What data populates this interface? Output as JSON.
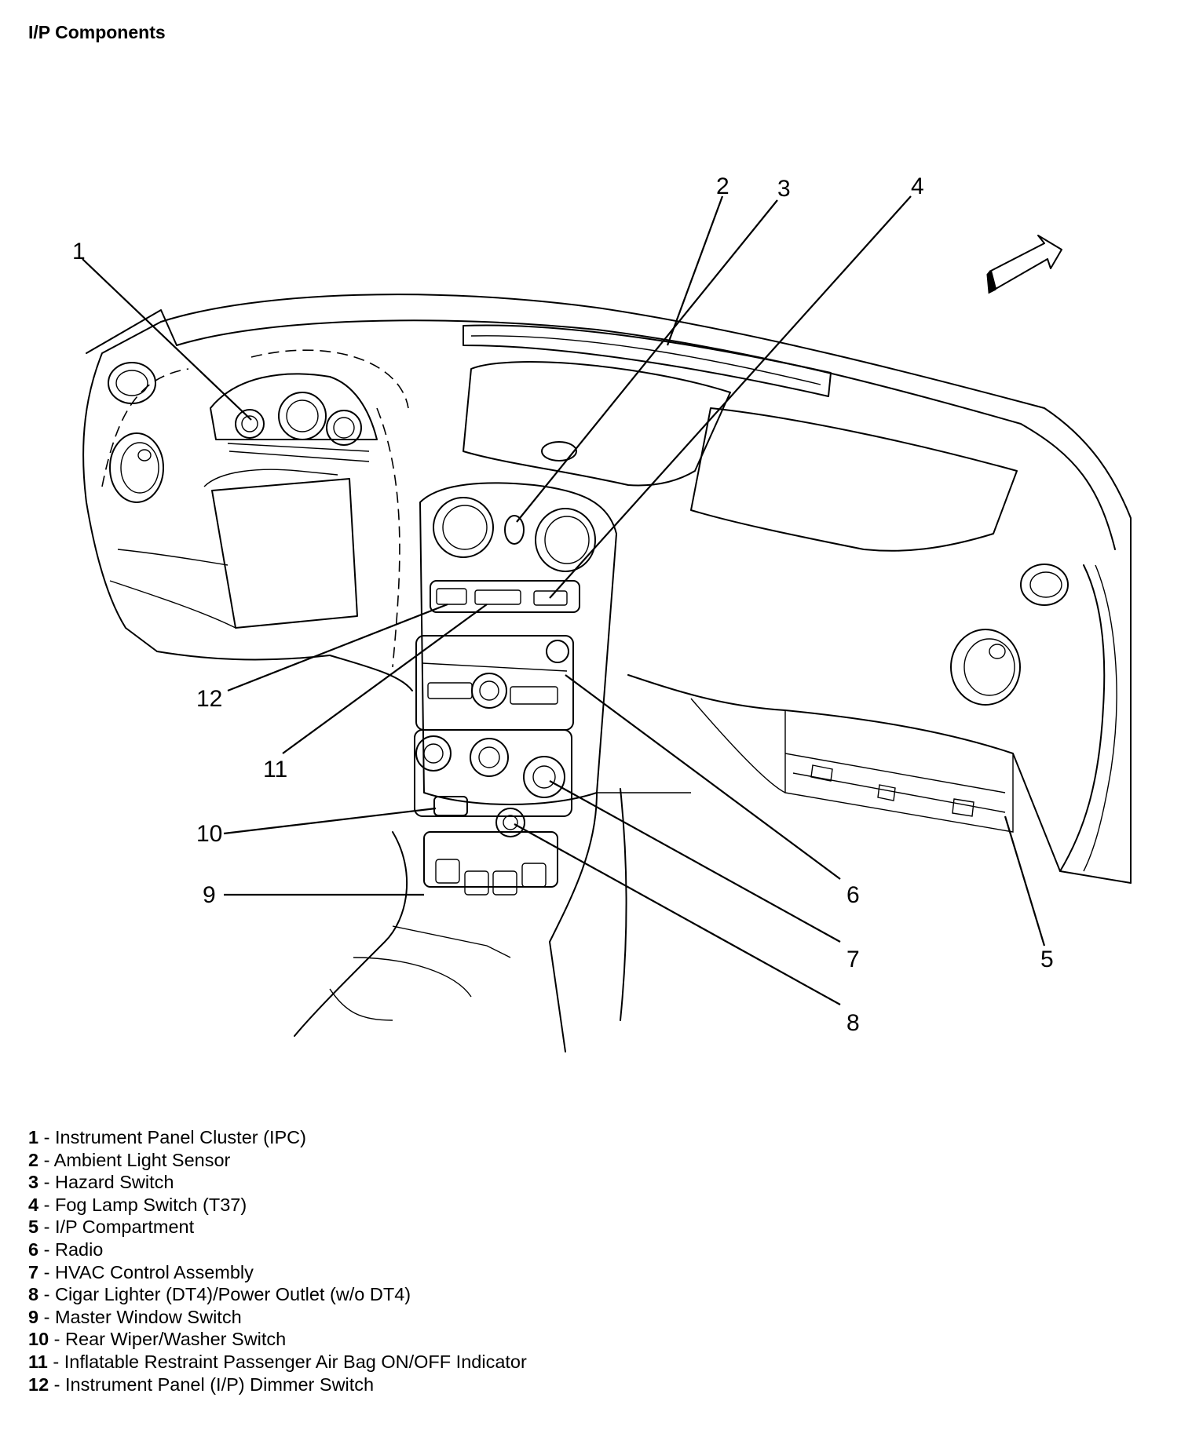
{
  "title": "I/P Components",
  "callouts": [
    "1",
    "2",
    "3",
    "4",
    "5",
    "6",
    "7",
    "8",
    "9",
    "10",
    "11",
    "12"
  ],
  "legend": [
    {
      "num": "1",
      "sep": " - ",
      "text": "Instrument Panel Cluster (IPC)"
    },
    {
      "num": "2",
      "sep": " - ",
      "text": "Ambient Light Sensor"
    },
    {
      "num": "3",
      "sep": " - ",
      "text": "Hazard Switch"
    },
    {
      "num": "4",
      "sep": " - ",
      "text": "Fog Lamp Switch (T37)"
    },
    {
      "num": "5",
      "sep": " - ",
      "text": "I/P Compartment"
    },
    {
      "num": "6",
      "sep": " - ",
      "text": "Radio"
    },
    {
      "num": "7",
      "sep": " - ",
      "text": "HVAC Control Assembly"
    },
    {
      "num": "8",
      "sep": " - ",
      "text": "Cigar Lighter (DT4)/Power Outlet (w/o DT4)"
    },
    {
      "num": "9",
      "sep": " - ",
      "text": "Master Window Switch"
    },
    {
      "num": "10",
      "sep": " - ",
      "text": "Rear Wiper/Washer Switch"
    },
    {
      "num": "11",
      "sep": " - ",
      "text": "Inflatable Restraint Passenger Air Bag ON/OFF Indicator"
    },
    {
      "num": "12",
      "sep": " - ",
      "text": "Instrument Panel (I/P) Dimmer Switch"
    }
  ]
}
